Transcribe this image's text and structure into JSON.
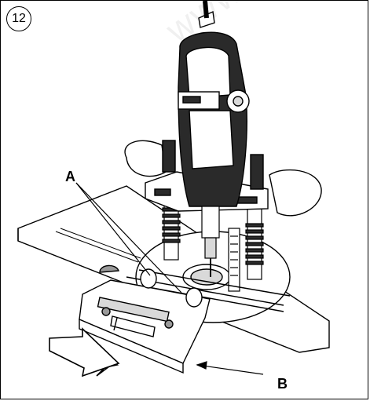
{
  "figure": {
    "step_number": "12",
    "callouts": {
      "a": "A",
      "b": "B"
    },
    "watermark": "www.ta"
  },
  "colors": {
    "line": "#000000",
    "body_gray": "#2a2a2a",
    "light_gray": "#d9d9d9",
    "mid_gray": "#9a9a9a",
    "background": "#ffffff"
  },
  "icons": [
    "router-tool-illustration",
    "direction-arrow-icon"
  ]
}
